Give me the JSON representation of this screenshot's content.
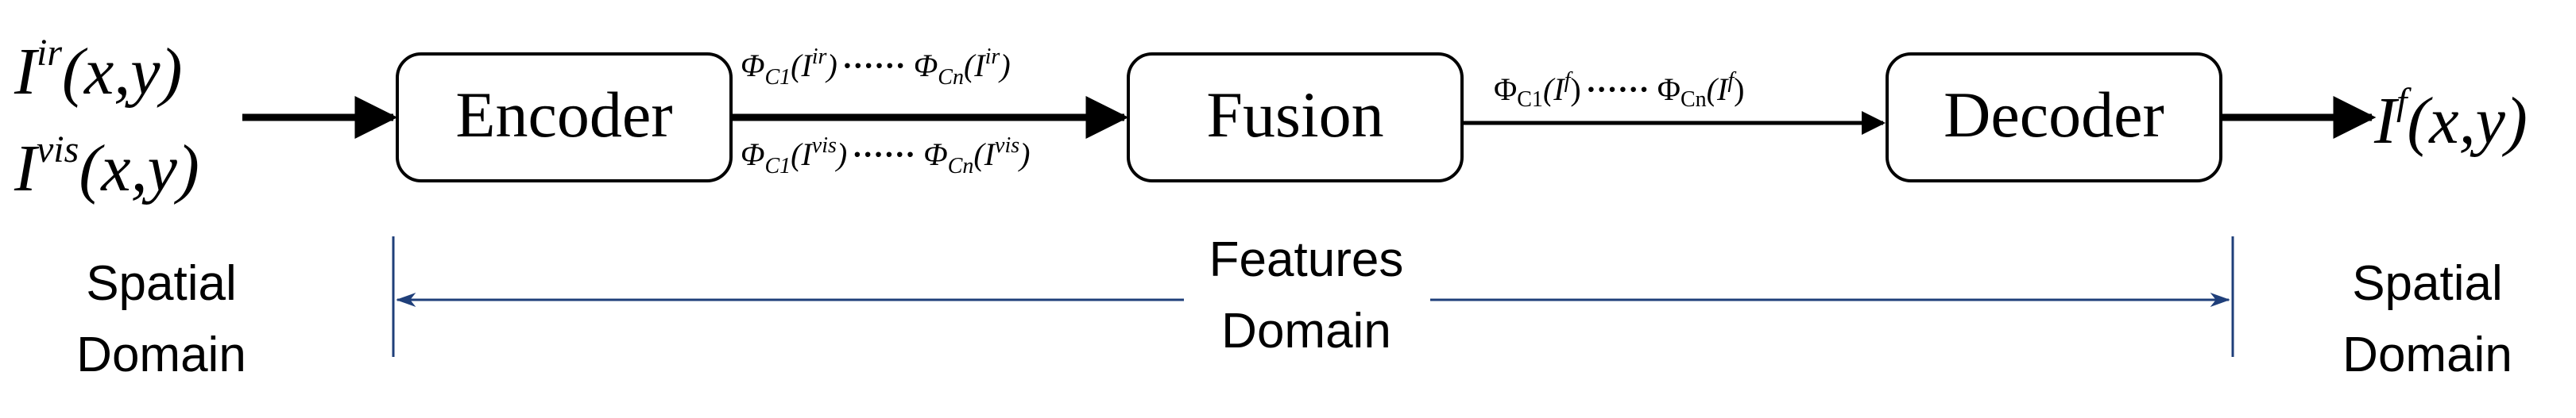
{
  "colors": {
    "ink": "#000000",
    "domain_line": "#1f3f7a"
  },
  "input": {
    "ir_base": "I",
    "ir_sup": "ir",
    "ir_args": "(x,y)",
    "vis_base": "I",
    "vis_sup": "vis",
    "vis_args": "(x,y)"
  },
  "blocks": {
    "encoder": "Encoder",
    "fusion": "Fusion",
    "decoder": "Decoder"
  },
  "features": {
    "ir_first_phi": "Φ",
    "ir_first_sub": "C1",
    "ir_first_open": "(I",
    "ir_first_sup": "ir",
    "ir_first_close": ")",
    "ir_dots": "······",
    "ir_last_phi": "Φ",
    "ir_last_sub": "Cn",
    "ir_last_open": "(I",
    "ir_last_sup": "ir",
    "ir_last_close": ")",
    "vis_first_phi": "Φ",
    "vis_first_sub": "C1",
    "vis_first_open": "(I",
    "vis_first_sup": "vis",
    "vis_first_close": ")",
    "vis_dots": "······",
    "vis_last_phi": "Φ",
    "vis_last_sub": "Cn",
    "vis_last_open": "(I",
    "vis_last_sup": "vis",
    "vis_last_close": ")",
    "fused_first_phi": "Φ",
    "fused_first_sub": "C1",
    "fused_first_open": "(I",
    "fused_first_sup": "f",
    "fused_first_close": ")",
    "fused_dots": "······",
    "fused_last_phi": "Φ",
    "fused_last_sub": "Cn",
    "fused_last_open": "(I",
    "fused_last_sup": "f",
    "fused_last_close": ")"
  },
  "output": {
    "base": "I",
    "sup": "f",
    "args": "(x,y)"
  },
  "domains": {
    "left_line1": "Spatial",
    "left_line2": "Domain",
    "middle_line1": "Features",
    "middle_line2": "Domain",
    "right_line1": "Spatial",
    "right_line2": "Domain"
  }
}
